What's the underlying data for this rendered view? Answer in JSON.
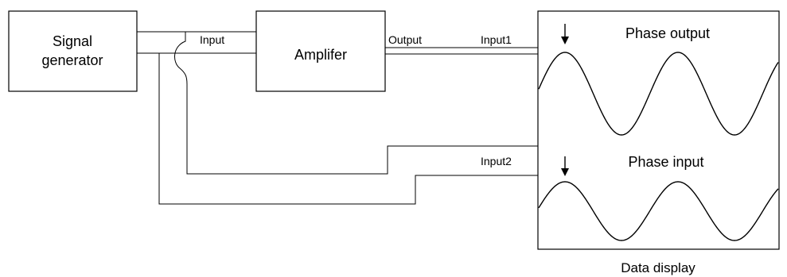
{
  "blocks": {
    "signal_generator": {
      "line1": "Signal",
      "line2": "generator"
    },
    "amplifier": {
      "label": "Amplifer"
    },
    "data_display": {
      "caption": "Data display"
    }
  },
  "port_labels": {
    "input": "Input",
    "output": "Output",
    "input1": "Input1",
    "input2": "Input2"
  },
  "traces": {
    "top": {
      "title": "Phase output"
    },
    "bottom": {
      "title": "Phase input"
    }
  },
  "colors": {
    "line": "#000000",
    "background": "#ffffff"
  }
}
